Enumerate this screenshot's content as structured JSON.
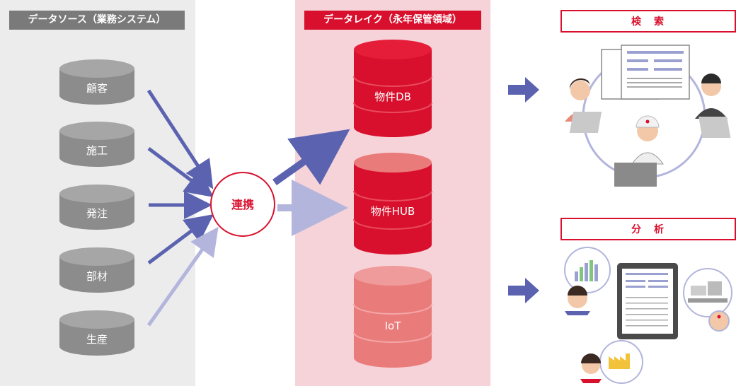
{
  "headers": {
    "source": "データソース（業務システム）",
    "lake": "データレイク（永年保管領域）",
    "search": "検　索",
    "analysis": "分　析"
  },
  "sources": [
    "顧客",
    "施工",
    "発注",
    "部材",
    "生産"
  ],
  "hub": "連携",
  "lake_dbs": [
    "物件DB",
    "物件HUB",
    "IoT"
  ],
  "colors": {
    "source_db": "#8c8c8c",
    "lake_db_primary": "#d8102d",
    "lake_db_light": "#ea7b7b",
    "arrow_dark": "#5b63b0",
    "arrow_light": "#b3b5dc",
    "accent": "#d8102d"
  }
}
